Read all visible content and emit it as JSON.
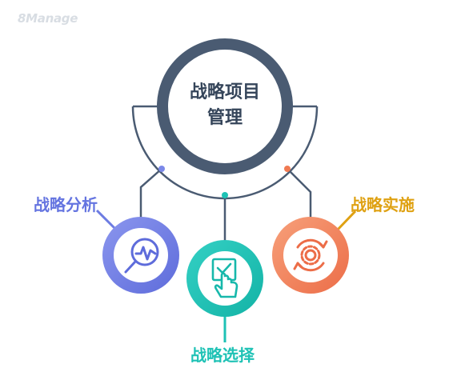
{
  "watermark": "8Manage",
  "center": {
    "title_line1": "战略项目",
    "title_line2": "管理"
  },
  "nodes": [
    {
      "label": "战略分析",
      "color": "#6474e0",
      "icon": "magnifier-chart-icon"
    },
    {
      "label": "战略选择",
      "color": "#1ec2b5",
      "icon": "touch-check-icon"
    },
    {
      "label": "战略实施",
      "color": "#dfa112",
      "icon": "gear-cycle-icon"
    }
  ],
  "colors": {
    "hub": "#4a5b72",
    "connector_line": "#4a5b72",
    "dot_left": "#7b88e8",
    "dot_middle": "#1ec2b5",
    "dot_right": "#f07a52",
    "node_left": "#6a78de",
    "node_middle": "#22c3b6",
    "node_right": "#f07f55"
  }
}
